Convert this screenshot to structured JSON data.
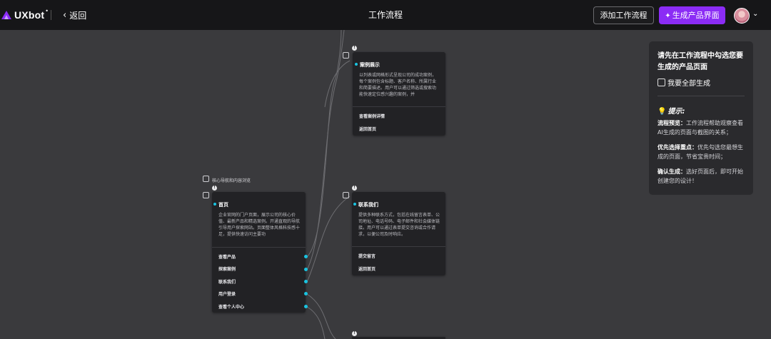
{
  "header": {
    "logo_text": "UXbot",
    "logo_mark": "•",
    "back_label": "返回",
    "title": "工作流程",
    "add_workflow_label": "添加工作流程",
    "generate_label": "生成产品界面"
  },
  "canvas": {
    "group_label": "核心导航和内容浏览",
    "cards": {
      "case": {
        "title": "案例展示",
        "desc": "以列表或网格形式呈现公司的成功案例，每个案例包含标题、客户名称、所属行业和简要描述。用户可以通过筛选或搜索功能快速定位感兴趣的案例，并",
        "items": [
          "查看案例详情",
          "返回首页"
        ]
      },
      "home": {
        "title": "首页",
        "desc": "企业官网的门户页面，展示公司的核心价值、最新产品和精选案例。开通直观的导航引导用户探索网站。页面整体风格科技感十足，提供快速访问主要功",
        "items": [
          "查看产品",
          "探索案例",
          "联系我们",
          "用户登录",
          "查看个人中心"
        ]
      },
      "contact": {
        "title": "联系我们",
        "desc": "提供多种联系方式，包括在线留言表单、公司地址、电话号码、电子邮件和社会媒体链接。用户可以通过表单提交咨询或合作请求，以便公司及时响应。",
        "items": [
          "提交留言",
          "返回首页"
        ]
      }
    },
    "info_glyph": "!"
  },
  "panel": {
    "heading": "请先在工作流程中勾选您要生成的产品页面",
    "select_all_label": "我要全部生成",
    "tip_title": "提示:",
    "tips": [
      {
        "label": "流程预览：",
        "text": "工作流程帮助观察查看AI生成的页面与截图的关系；"
      },
      {
        "label": "优先选择重点：",
        "text": "优先勾选您最想生成的页面，节省宝贵时间；"
      },
      {
        "label": "确认生成：",
        "text": "选好页面后，即可开始创建您的设计！"
      }
    ]
  },
  "colors": {
    "accent": "#8b2cf5",
    "port": "#19c3e0",
    "background": "#3a3a3d",
    "topbar": "#161618"
  }
}
